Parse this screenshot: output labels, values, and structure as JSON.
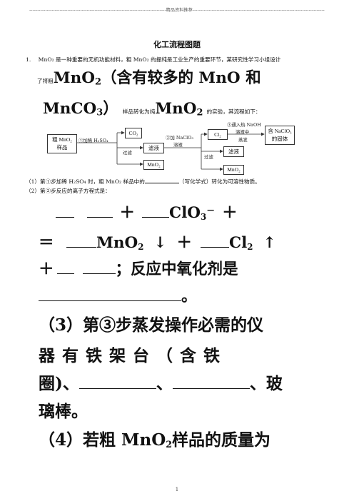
{
  "header_text": "精品资料推荐",
  "title": "化工流程图题",
  "q1": {
    "number": "1.",
    "intro_a": "MnO₂ 是一种重要的无机功能材料，粗 MnO₂ 的提纯是工业生产的重要环节，某研究性学习小组设计",
    "intro_b_small": "了将粗",
    "intro_b_big": "MnO",
    "intro_b_big_sub": "2",
    "intro_b_big_tail": "（含有较多的 MnO 和",
    "intro_c_big": "MnCO",
    "intro_c_big_sub": "3",
    "intro_c_big_tail": "）",
    "intro_c_small": "样品转化为纯",
    "intro_c_big2": "MnO",
    "intro_c_big2_sub": "2",
    "intro_c_small2": "的实验，其流程如下："
  },
  "flow": {
    "start_line1": "粗 MnO₂",
    "start_line2": "样品",
    "step1": "①加稀 H₂SO₄",
    "co2": "CO₂",
    "filter1": "过滤",
    "filtrate1": "滤液",
    "mno2_a": "MnO₂",
    "step2_a": "②加 NaClO₃",
    "step2_b": "溶液",
    "cl2": "Cl₂",
    "filter2": "过滤",
    "filtrate2": "滤液",
    "mno2_b": "MnO₂",
    "step3_a": "③通入热 NaOH",
    "step3_b": "溶液中",
    "evaporate": "蒸发",
    "product_line1": "含 NaClO₃",
    "product_line2": "的固体"
  },
  "sub1": "（1）第①步加稀 H₂SO₄ 时，粗 MnO₂ 样品中的",
  "sub1_tail": "（写化学式）转化为可溶性物质。",
  "sub2": "（2）第②步反应的离子方程式是：",
  "eq": {
    "plus": "＋",
    "clo3": "ClO",
    "clo3_sub": "3",
    "clo3_sup": "－",
    "equals": "＝",
    "mno2": "MnO",
    "mno2_sub": "2",
    "down": "↓",
    "cl2": "Cl",
    "cl2_sub": "2",
    "up": "↑",
    "oxidant_text": "；反应中氧化剂是",
    "period": "。"
  },
  "q3": {
    "line1": "（3）第③步蒸发操作必需的仪",
    "line2": "器 有 铁 架 台 （ 含 铁",
    "line3_a": "圈)、",
    "line3_b": "、",
    "line3_c": "、玻",
    "line4": "璃棒。"
  },
  "q4": {
    "line1_a": "（4）若粗 MnO",
    "line1_sub": "2",
    "line1_b": "样品的质量为"
  },
  "page_number": "1"
}
